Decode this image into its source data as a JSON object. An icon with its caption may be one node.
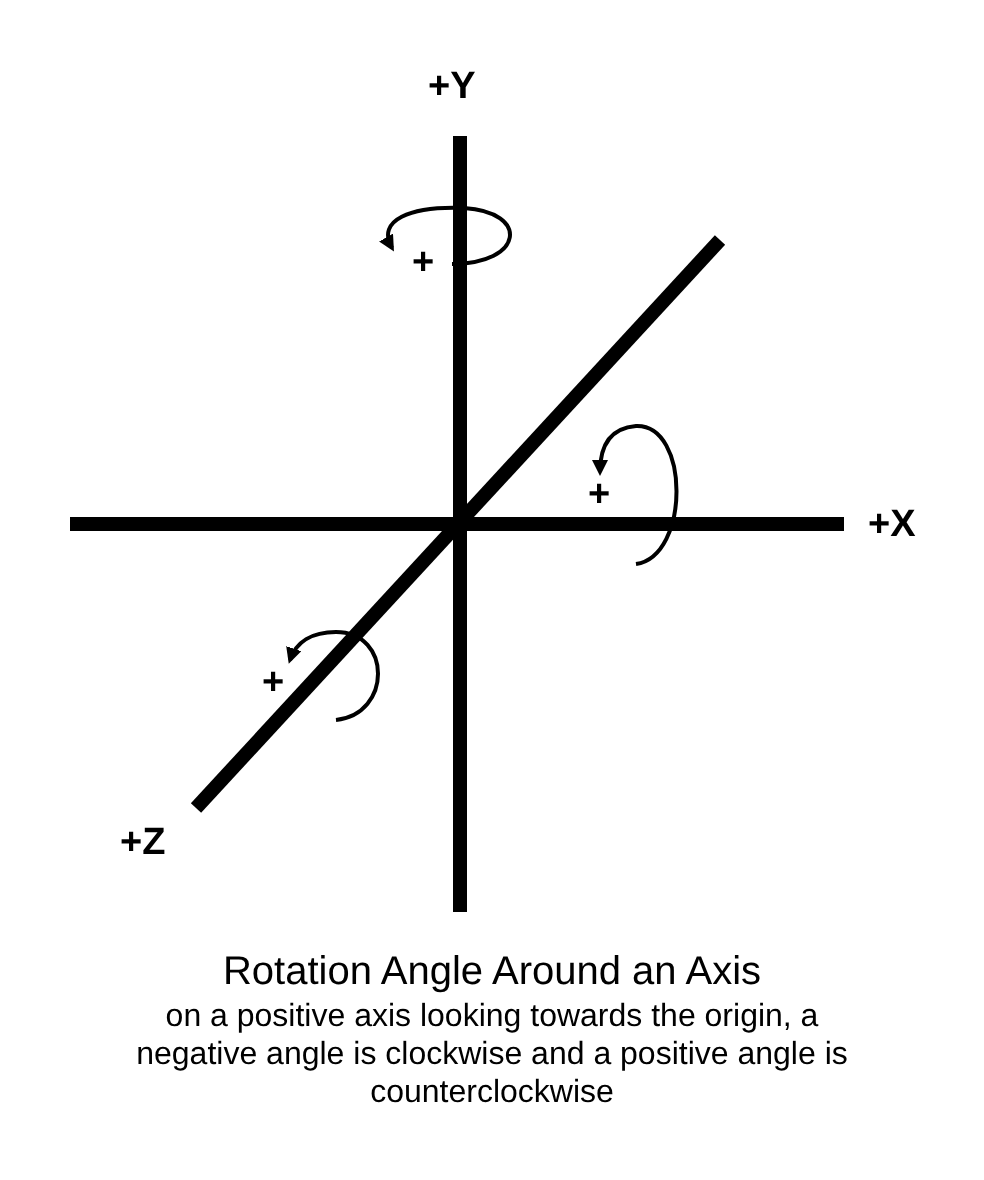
{
  "diagram": {
    "title": "Rotation Angle Around an Axis",
    "caption": "on a positive axis looking towards the origin, a negative angle is clockwise and a positive angle is counterclockwise",
    "labels": [
      "+Y",
      "+",
      "+",
      "+X",
      "+",
      "+Z"
    ]
  }
}
